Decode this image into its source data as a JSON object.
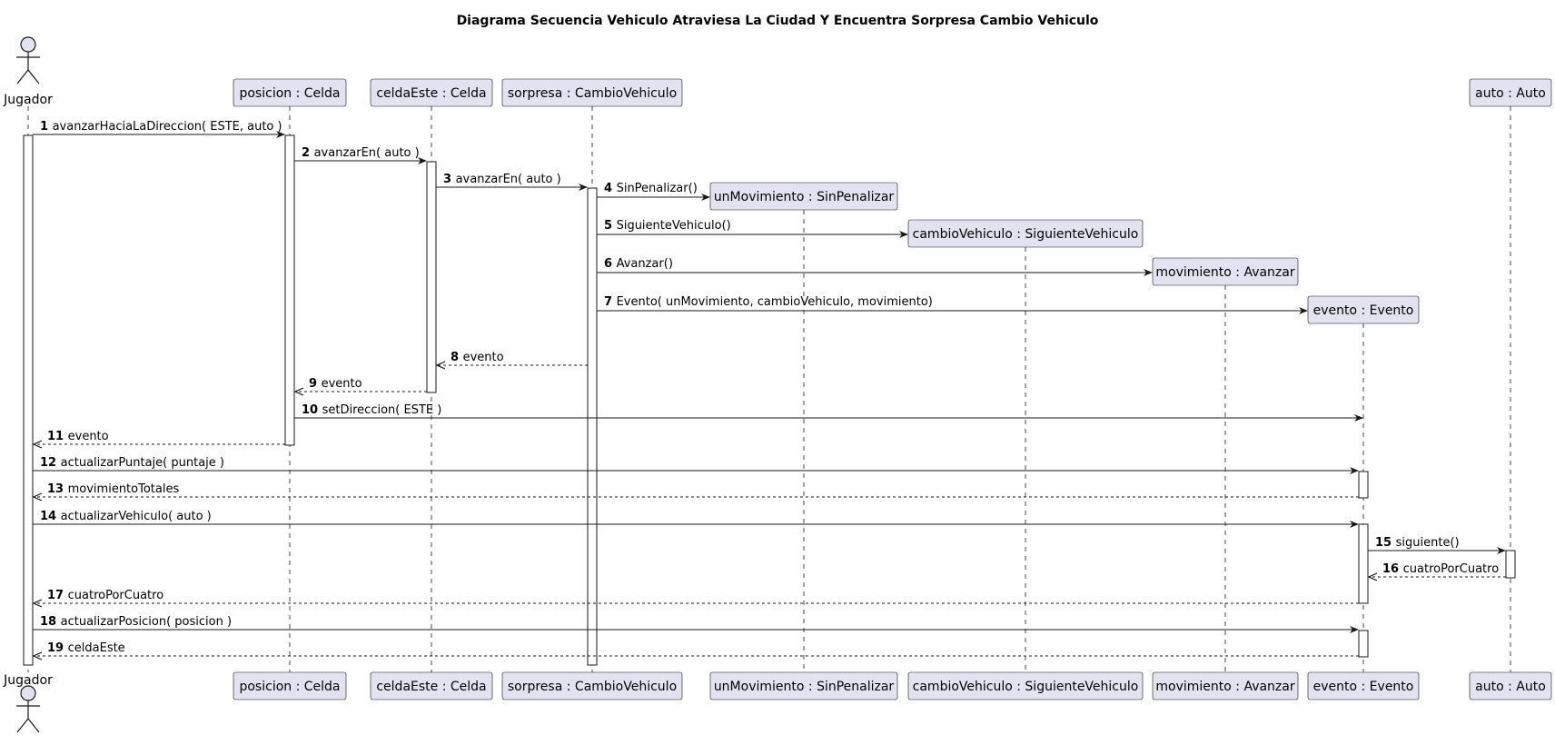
{
  "title": "Diagrama Secuencia Vehiculo Atraviesa La Ciudad Y Encuentra Sorpresa Cambio Vehiculo",
  "colors": {
    "participant_fill": "#E2E2F0",
    "participant_stroke": "#181818",
    "lifeline": "#181818",
    "arrow": "#181818",
    "activation_fill": "#FFFFFF"
  },
  "participants": [
    {
      "id": "jugador",
      "label": "Jugador",
      "kind": "actor"
    },
    {
      "id": "posicion",
      "label": "posicion : Celda",
      "kind": "box"
    },
    {
      "id": "celdaEste",
      "label": "celdaEste : Celda",
      "kind": "box"
    },
    {
      "id": "sorpresa",
      "label": "sorpresa : CambioVehiculo",
      "kind": "box"
    },
    {
      "id": "unMovimiento",
      "label": "unMovimiento : SinPenalizar",
      "kind": "box",
      "created_by": 4
    },
    {
      "id": "cambioVehiculo",
      "label": "cambioVehiculo : SiguienteVehiculo",
      "kind": "box",
      "created_by": 5
    },
    {
      "id": "movimiento",
      "label": "movimiento : Avanzar",
      "kind": "box",
      "created_by": 6
    },
    {
      "id": "evento",
      "label": "evento : Evento",
      "kind": "box",
      "created_by": 7
    },
    {
      "id": "auto",
      "label": "auto : Auto",
      "kind": "box"
    }
  ],
  "messages": [
    {
      "n": "1",
      "text": "avanzarHaciaLaDireccion( ESTE, auto )",
      "from": "jugador",
      "to": "posicion",
      "style": "sync"
    },
    {
      "n": "2",
      "text": "avanzarEn( auto )",
      "from": "posicion",
      "to": "celdaEste",
      "style": "sync"
    },
    {
      "n": "3",
      "text": "avanzarEn( auto )",
      "from": "celdaEste",
      "to": "sorpresa",
      "style": "sync"
    },
    {
      "n": "4",
      "text": "SinPenalizar()",
      "from": "sorpresa",
      "to": "unMovimiento",
      "style": "create"
    },
    {
      "n": "5",
      "text": "SiguienteVehiculo()",
      "from": "sorpresa",
      "to": "cambioVehiculo",
      "style": "create"
    },
    {
      "n": "6",
      "text": "Avanzar()",
      "from": "sorpresa",
      "to": "movimiento",
      "style": "create"
    },
    {
      "n": "7",
      "text": "Evento( unMovimiento, cambioVehiculo, movimiento)",
      "from": "sorpresa",
      "to": "evento",
      "style": "create"
    },
    {
      "n": "8",
      "text": "evento",
      "from": "sorpresa",
      "to": "celdaEste",
      "style": "return"
    },
    {
      "n": "9",
      "text": "evento",
      "from": "celdaEste",
      "to": "posicion",
      "style": "return"
    },
    {
      "n": "10",
      "text": "setDireccion( ESTE )",
      "from": "posicion",
      "to": "evento",
      "style": "sync"
    },
    {
      "n": "11",
      "text": "evento",
      "from": "posicion",
      "to": "jugador",
      "style": "return"
    },
    {
      "n": "12",
      "text": "actualizarPuntaje( puntaje )",
      "from": "jugador",
      "to": "evento",
      "style": "sync"
    },
    {
      "n": "13",
      "text": "movimientoTotales",
      "from": "evento",
      "to": "jugador",
      "style": "return"
    },
    {
      "n": "14",
      "text": "actualizarVehiculo( auto )",
      "from": "jugador",
      "to": "evento",
      "style": "sync"
    },
    {
      "n": "15",
      "text": "siguiente()",
      "from": "evento",
      "to": "auto",
      "style": "sync"
    },
    {
      "n": "16",
      "text": "cuatroPorCuatro",
      "from": "auto",
      "to": "evento",
      "style": "return"
    },
    {
      "n": "17",
      "text": "cuatroPorCuatro",
      "from": "evento",
      "to": "jugador",
      "style": "return"
    },
    {
      "n": "18",
      "text": "actualizarPosicion( posicion )",
      "from": "jugador",
      "to": "evento",
      "style": "sync"
    },
    {
      "n": "19",
      "text": "celdaEste",
      "from": "evento",
      "to": "jugador",
      "style": "return"
    }
  ]
}
